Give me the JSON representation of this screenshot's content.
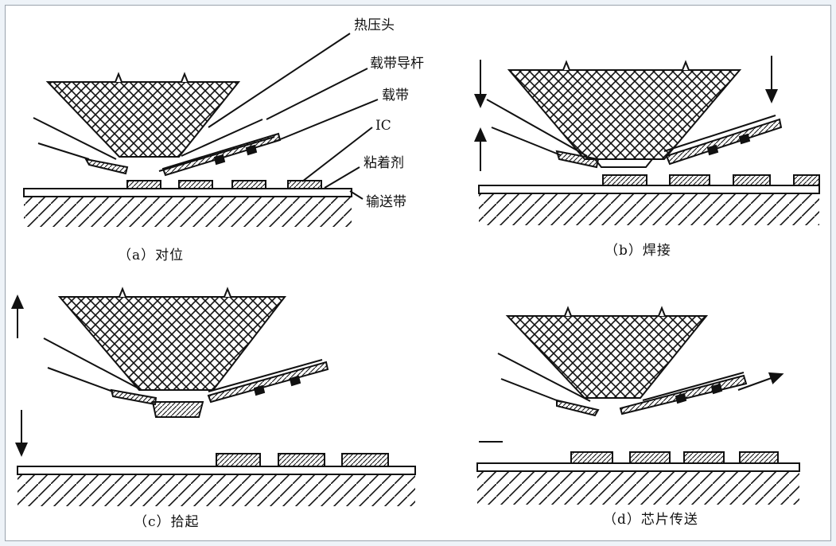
{
  "labels": {
    "thermode": "热压头",
    "carrier_guide": "载带导杆",
    "carrier_tape": "载带",
    "ic": "IC",
    "adhesive": "粘着剂",
    "conveyor": "输送带"
  },
  "captions": {
    "a": "（a）对位",
    "b": "（b）焊接",
    "c": "（c）拾起",
    "d": "（d）芯片传送"
  },
  "colors": {
    "ink": "#111111",
    "paper": "#ffffff",
    "border": "#9aa3ad"
  }
}
